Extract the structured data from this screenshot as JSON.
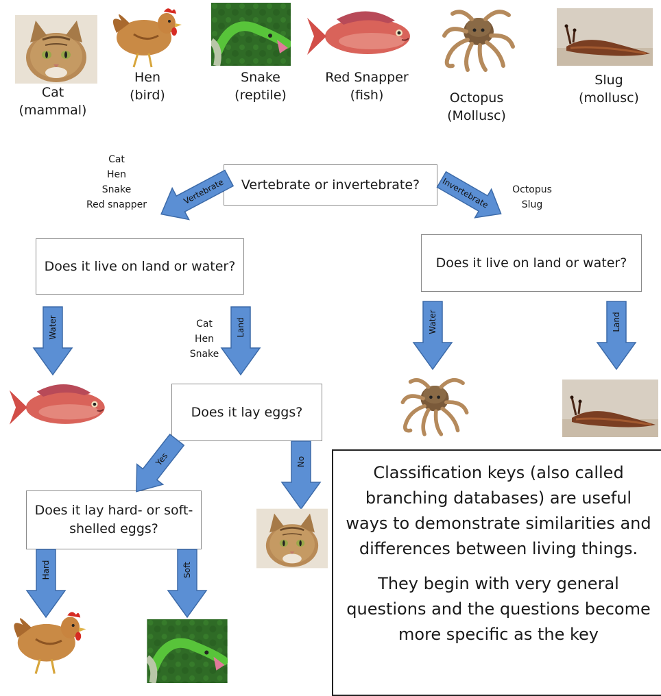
{
  "top_row": [
    {
      "id": "cat",
      "name": "Cat",
      "group": "(mammal)"
    },
    {
      "id": "hen",
      "name": "Hen",
      "group": "(bird)"
    },
    {
      "id": "snake",
      "name": "Snake",
      "group": "(reptile)"
    },
    {
      "id": "fish",
      "name": "Red Snapper",
      "group": "(fish)"
    },
    {
      "id": "octopus",
      "name": "Octopus",
      "group": "(Mollusc)"
    },
    {
      "id": "slug",
      "name": "Slug",
      "group": "(mollusc)"
    }
  ],
  "questions": {
    "q1": "Vertebrate or invertebrate?",
    "q2": "Does it live on land or water?",
    "q3": "Does it live on land or water?",
    "q4": "Does it lay eggs?",
    "q5": "Does it lay hard- or soft-shelled eggs?"
  },
  "branch_labels": {
    "vertebrate": "Vertebrate",
    "invertebrate": "Invertebrate",
    "water_left": "Water",
    "land_left": "Land",
    "water_right": "Water",
    "land_right": "Land",
    "yes": "Yes",
    "no": "No",
    "hard": "Hard",
    "soft": "Soft"
  },
  "group_lists": {
    "vertebrates": [
      "Cat",
      "Hen",
      "Snake",
      "Red snapper"
    ],
    "invertebrates": [
      "Octopus",
      "Slug"
    ],
    "land_vertebrates": [
      "Cat",
      "Hen",
      "Snake"
    ]
  },
  "info_box": {
    "para1": "Classification keys (also called branching databases) are useful ways to demonstrate similarities and differences between living things.",
    "para2": "They begin with very general questions and the questions become more specific as the key"
  },
  "colors": {
    "arrow_fill": "#5b8fd4",
    "arrow_stroke": "#3c6aa8",
    "box_border": "#8a8a8a"
  }
}
